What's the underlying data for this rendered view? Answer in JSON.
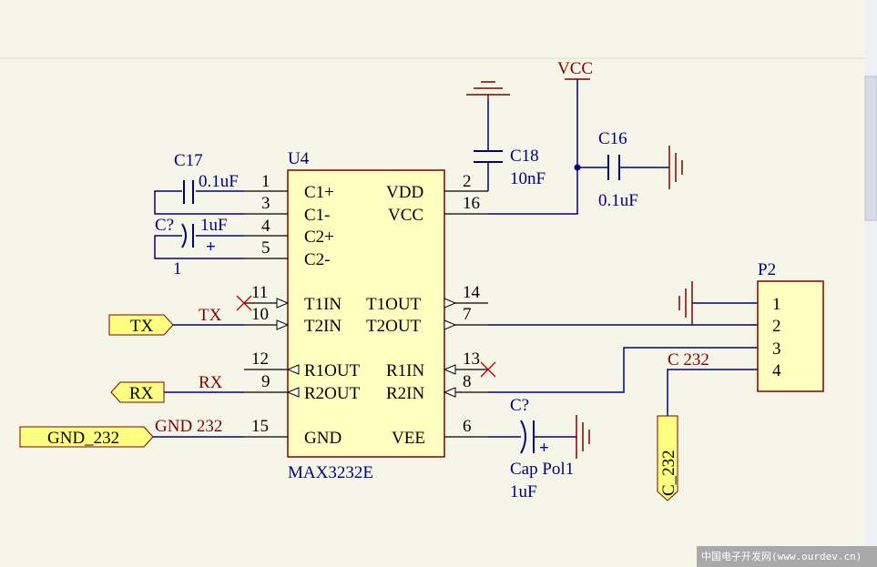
{
  "u4": {
    "ref": "U4",
    "part": "MAX3232E",
    "left_pins": [
      {
        "num": "1",
        "name": "C1+"
      },
      {
        "num": "3",
        "name": "C1-"
      },
      {
        "num": "4",
        "name": "C2+"
      },
      {
        "num": "5",
        "name": "C2-"
      },
      {
        "num": "11",
        "name": "T1IN"
      },
      {
        "num": "10",
        "name": "T2IN"
      },
      {
        "num": "12",
        "name": "R1OUT"
      },
      {
        "num": "9",
        "name": "R2OUT"
      },
      {
        "num": "15",
        "name": "GND"
      }
    ],
    "right_pins": [
      {
        "num": "2",
        "name": "VDD"
      },
      {
        "num": "16",
        "name": "VCC"
      },
      {
        "num": "14",
        "name": "T1OUT"
      },
      {
        "num": "7",
        "name": "T2OUT"
      },
      {
        "num": "13",
        "name": "R1IN"
      },
      {
        "num": "8",
        "name": "R2IN"
      },
      {
        "num": "6",
        "name": "VEE"
      }
    ]
  },
  "caps": {
    "c17": {
      "ref": "C17",
      "value": "0.1uF"
    },
    "c_unk": {
      "ref": "C?",
      "value": "1uF",
      "pin1": "1",
      "plus": "+"
    },
    "c18": {
      "ref": "C18",
      "value": "10nF"
    },
    "c16": {
      "ref": "C16",
      "value": "0.1uF"
    },
    "c_vee": {
      "ref": "C?",
      "part": "Cap Pol1",
      "value": "1uF",
      "plus": "+"
    }
  },
  "nets": {
    "vcc": "VCC",
    "tx": "TX",
    "rx": "RX",
    "gnd232": "GND 232",
    "c232": "C 232"
  },
  "ports": {
    "tx": "TX",
    "rx": "RX",
    "gnd232": "GND_232",
    "c232": "C_232"
  },
  "p2": {
    "ref": "P2",
    "pins": [
      "1",
      "2",
      "3",
      "4"
    ]
  },
  "colors": {
    "background": "#f6f6e8",
    "wire": "#000080",
    "component": "#000080",
    "body_fill": "#ffffc0",
    "body_stroke": "#800000",
    "net_label": "#800000",
    "port_fill": "#ffff80",
    "no_connect": "#c00000",
    "polarized_plus": "#0000cc"
  },
  "watermark": "中国电子开发网(www.ourdev.cn)"
}
